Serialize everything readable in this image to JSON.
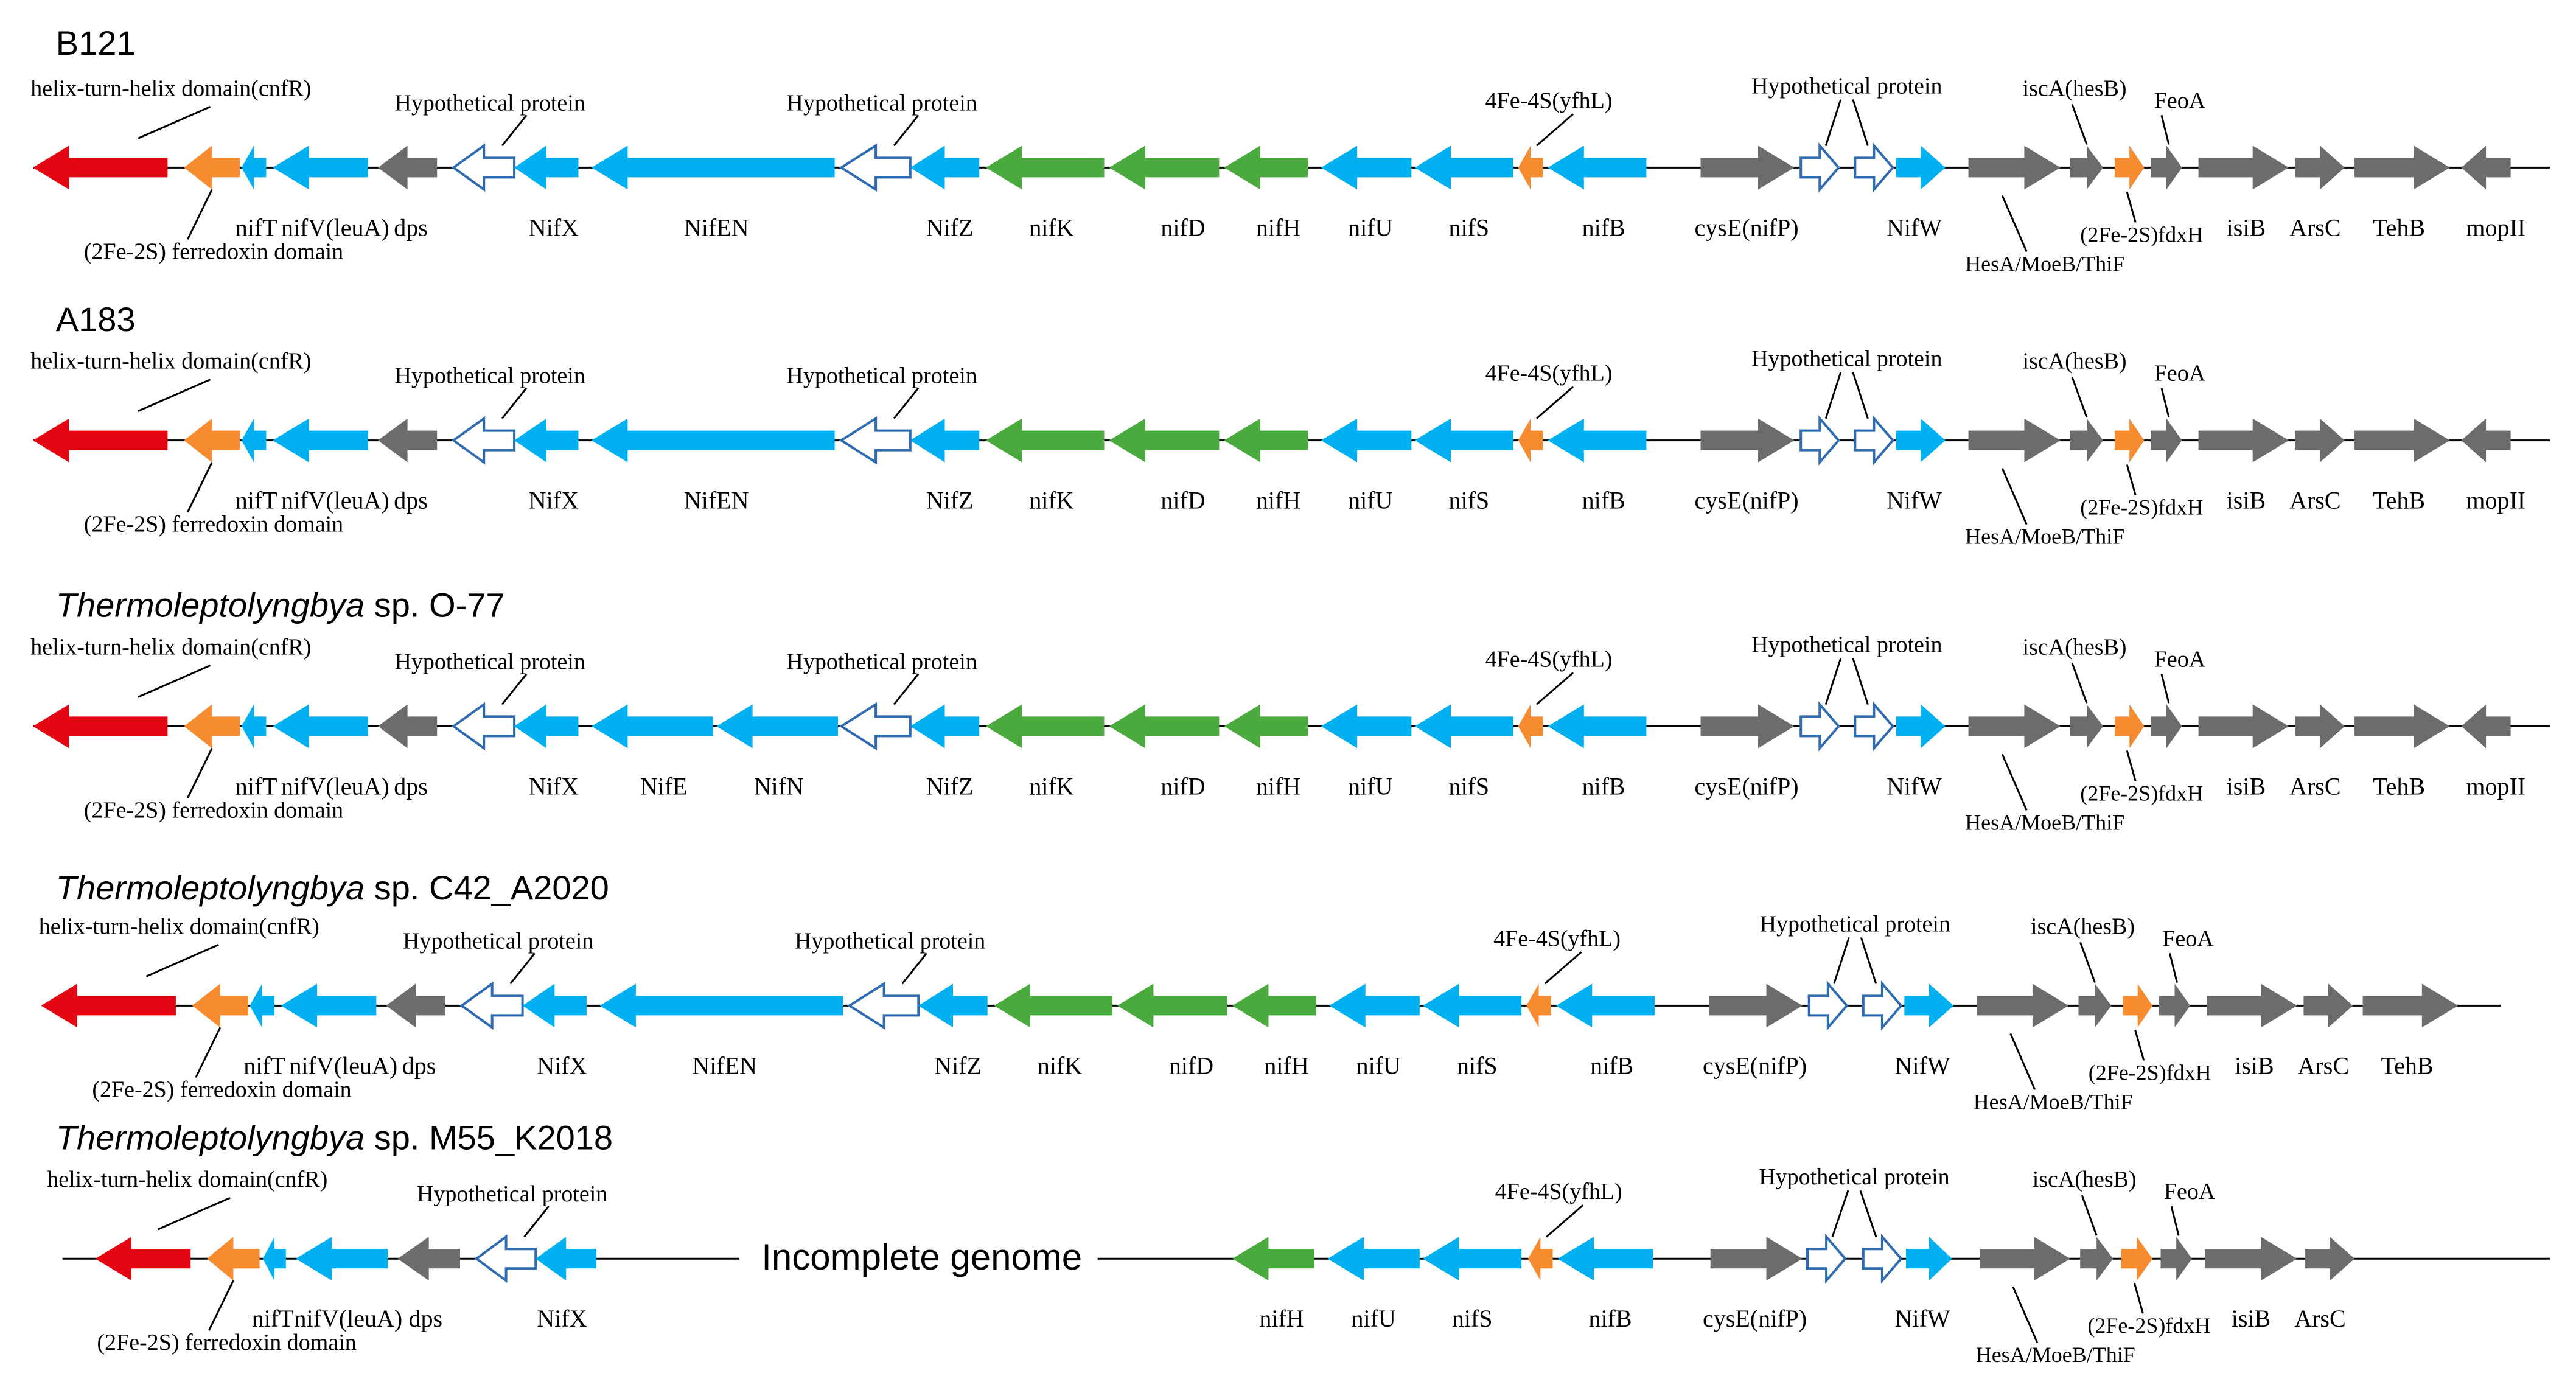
{
  "colors": {
    "regulator": "#e30613",
    "ferredoxin": "#f78b2f",
    "nif": "#00b0f0",
    "nifHDK": "#4aaa3d",
    "other": "#6e6b6b",
    "hypothetical_stroke": "#2e6bb0",
    "line": "#000000"
  },
  "label_text": {
    "hth": "helix-turn-helix domain(cnfR)",
    "fd2": "(2Fe-2S) ferredoxin domain",
    "hyp": "Hypothetical protein",
    "fs4": "4Fe-4S(yfhL)",
    "isca": "iscA(hesB)",
    "feoa": "FeoA",
    "fdxh": "(2Fe-2S)fdxH",
    "hesa": "HesA/MoeB/ThiF"
  },
  "tracks": [
    {
      "id": "b121",
      "title": "B121",
      "species": "",
      "gene_labels": [
        "nifT",
        "nifV(leuA)",
        "dps",
        "NifX",
        "NifEN",
        "NifZ",
        "nifK",
        "nifD",
        "nifH",
        "nifU",
        "nifS",
        "nifB",
        "cysE(nifP)",
        "NifW",
        "isiB",
        "ArsC",
        "TehB",
        "mopII"
      ]
    },
    {
      "id": "a183",
      "title": "A183",
      "species": "",
      "gene_labels": [
        "nifT",
        "nifV(leuA)",
        "dps",
        "NifX",
        "NifEN",
        "NifZ",
        "nifK",
        "nifD",
        "nifH",
        "nifU",
        "nifS",
        "nifB",
        "cysE(nifP)",
        "NifW",
        "isiB",
        "ArsC",
        "TehB",
        "mopII"
      ]
    },
    {
      "id": "o77",
      "title": "sp. O-77",
      "species": "Thermoleptolyngbya",
      "gene_labels": [
        "nifT",
        "nifV(leuA)",
        "dps",
        "NifX",
        "NifE",
        "NifN",
        "NifZ",
        "nifK",
        "nifD",
        "nifH",
        "nifU",
        "nifS",
        "nifB",
        "cysE(nifP)",
        "NifW",
        "isiB",
        "ArsC",
        "TehB",
        "mopII"
      ]
    },
    {
      "id": "c42",
      "title": "sp. C42_A2020",
      "species": "Thermoleptolyngbya",
      "gene_labels": [
        "nifT",
        "nifV(leuA)",
        "dps",
        "NifX",
        "NifEN",
        "NifZ",
        "nifK",
        "nifD",
        "nifH",
        "nifU",
        "nifS",
        "nifB",
        "cysE(nifP)",
        "NifW",
        "isiB",
        "ArsC",
        "TehB"
      ]
    },
    {
      "id": "m55",
      "title": "sp. M55_K2018",
      "species": "Thermoleptolyngbya",
      "incomplete_label": "Incomplete genome",
      "gene_labels": [
        "nifT",
        "nifV(leuA)",
        "dps",
        "NifX",
        "nifH",
        "nifU",
        "nifS",
        "nifB",
        "cysE(nifP)",
        "NifW",
        "isiB",
        "ArsC"
      ]
    }
  ]
}
